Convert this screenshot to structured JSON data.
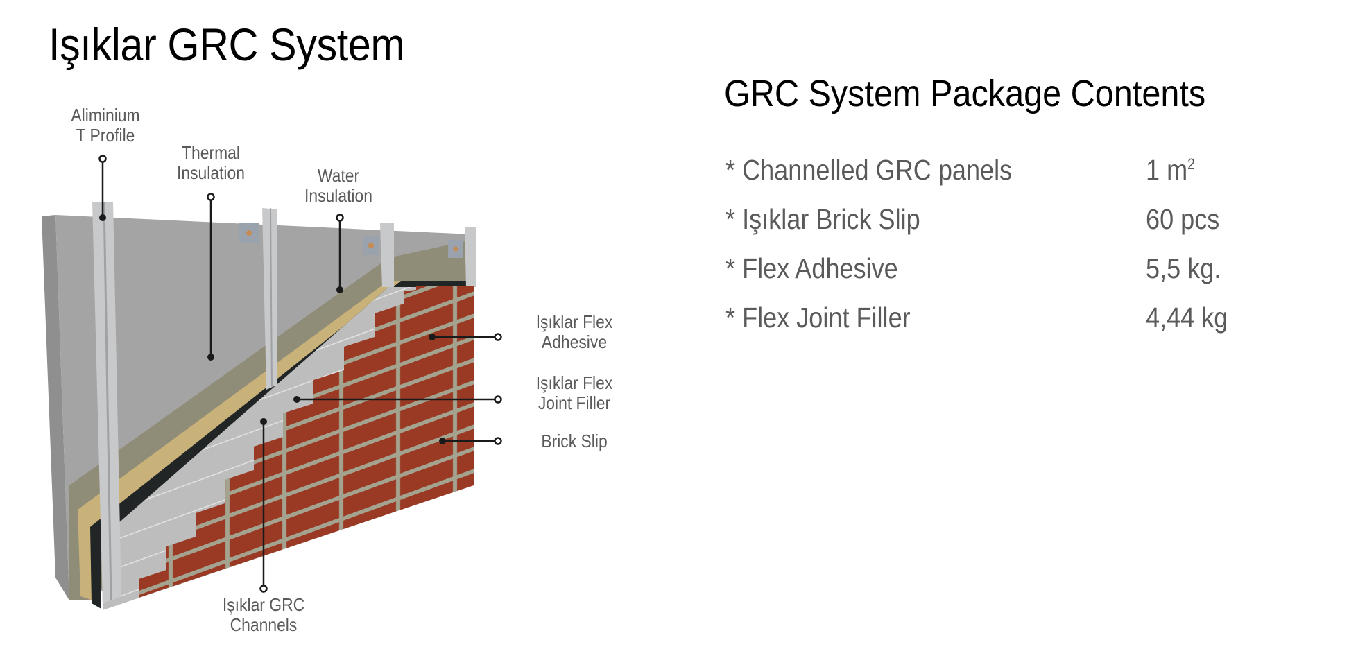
{
  "page": {
    "title": "Işıklar GRC System"
  },
  "diagram": {
    "labels": [
      {
        "id": "aluminium-t-profile",
        "line1": "Aliminium",
        "line2": "T Profile"
      },
      {
        "id": "thermal-insulation",
        "line1": "Thermal",
        "line2": "Insulation"
      },
      {
        "id": "water-insulation",
        "line1": "Water",
        "line2": "Insulation"
      },
      {
        "id": "flex-adhesive",
        "line1": "Işıklar Flex",
        "line2": "Adhesive"
      },
      {
        "id": "flex-joint-filler",
        "line1": "Işıklar Flex",
        "line2": "Joint Filler"
      },
      {
        "id": "brick-slip",
        "line1": "Brick Slip",
        "line2": ""
      },
      {
        "id": "grc-channels",
        "line1": "Işıklar GRC",
        "line2": "Channels"
      }
    ],
    "colors": {
      "wall": "#a4a4a4",
      "wall_side": "#8f8f8f",
      "thermal": "#8f8c78",
      "thermal_edge": "#c9b27a",
      "water": "#222526",
      "grc_panel": "#bdbdbd",
      "brick": "#9a3a24",
      "mortar": "#a4a38f",
      "profile": "#c8c9cb",
      "leader": "#1a1a1a"
    }
  },
  "package": {
    "title": "GRC System Package Contents",
    "items": [
      {
        "name": "* Channelled GRC panels",
        "qty": "1 m",
        "qty_sup": "2"
      },
      {
        "name": "* Işıklar Brick Slip",
        "qty": "60 pcs",
        "qty_sup": ""
      },
      {
        "name": "* Flex Adhesive",
        "qty": "5,5 kg.",
        "qty_sup": ""
      },
      {
        "name": "* Flex Joint Filler",
        "qty": "4,44 kg",
        "qty_sup": ""
      }
    ]
  }
}
